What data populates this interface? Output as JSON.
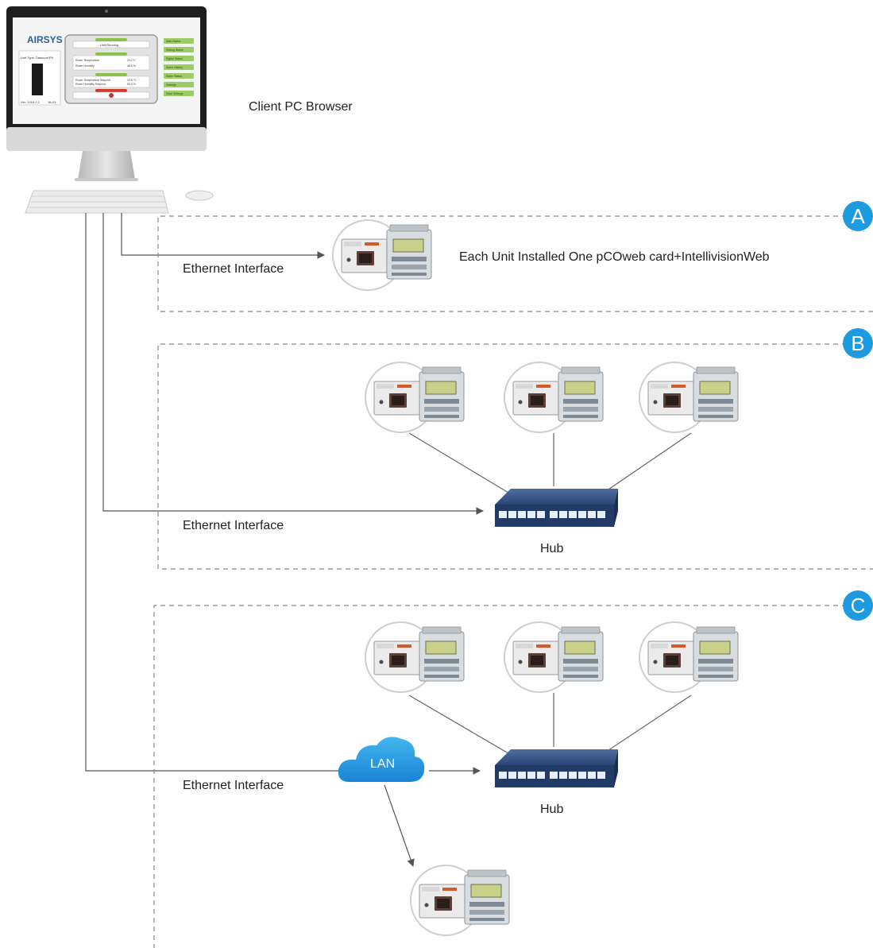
{
  "pc": {
    "label": "Client PC Browser",
    "screen": {
      "logo": "AIRSYS",
      "unit_type": "Unit Type: Datacool FH",
      "version": "Ver: 2015.2.2",
      "date": "18-01",
      "status": "Unit Running",
      "rows": [
        {
          "name": "Room Temperature",
          "value": "24.1°C"
        },
        {
          "name": "Room Humidity",
          "value": "48.5 %"
        },
        {
          "name": "Room Temperature Setpoint",
          "value": "22.5 °C"
        },
        {
          "name": "Room Humidity Setpoint",
          "value": "50.0 %"
        }
      ],
      "side_buttons": [
        "Main Status",
        "Setting Status",
        "Digital Status",
        "Alarm History",
        "Alarm Status",
        "Settings",
        "Save Settings"
      ]
    }
  },
  "sections": [
    {
      "id": "A",
      "badge": "A",
      "ethernet_label": "Ethernet Interface",
      "description": "Each Unit Installed One pCOweb card+IntellivisionWeb"
    },
    {
      "id": "B",
      "badge": "B",
      "ethernet_label": "Ethernet Interface",
      "hub_label": "Hub"
    },
    {
      "id": "C",
      "badge": "C",
      "ethernet_label": "Ethernet Interface",
      "hub_label": "Hub",
      "cloud_label": "LAN"
    }
  ],
  "device": {
    "card_brand": "pCO",
    "card_mark": "Web"
  },
  "colors": {
    "accent": "#1e9be0",
    "line": "#555555",
    "dash": "#888888",
    "hub": "#2d4a7a"
  }
}
